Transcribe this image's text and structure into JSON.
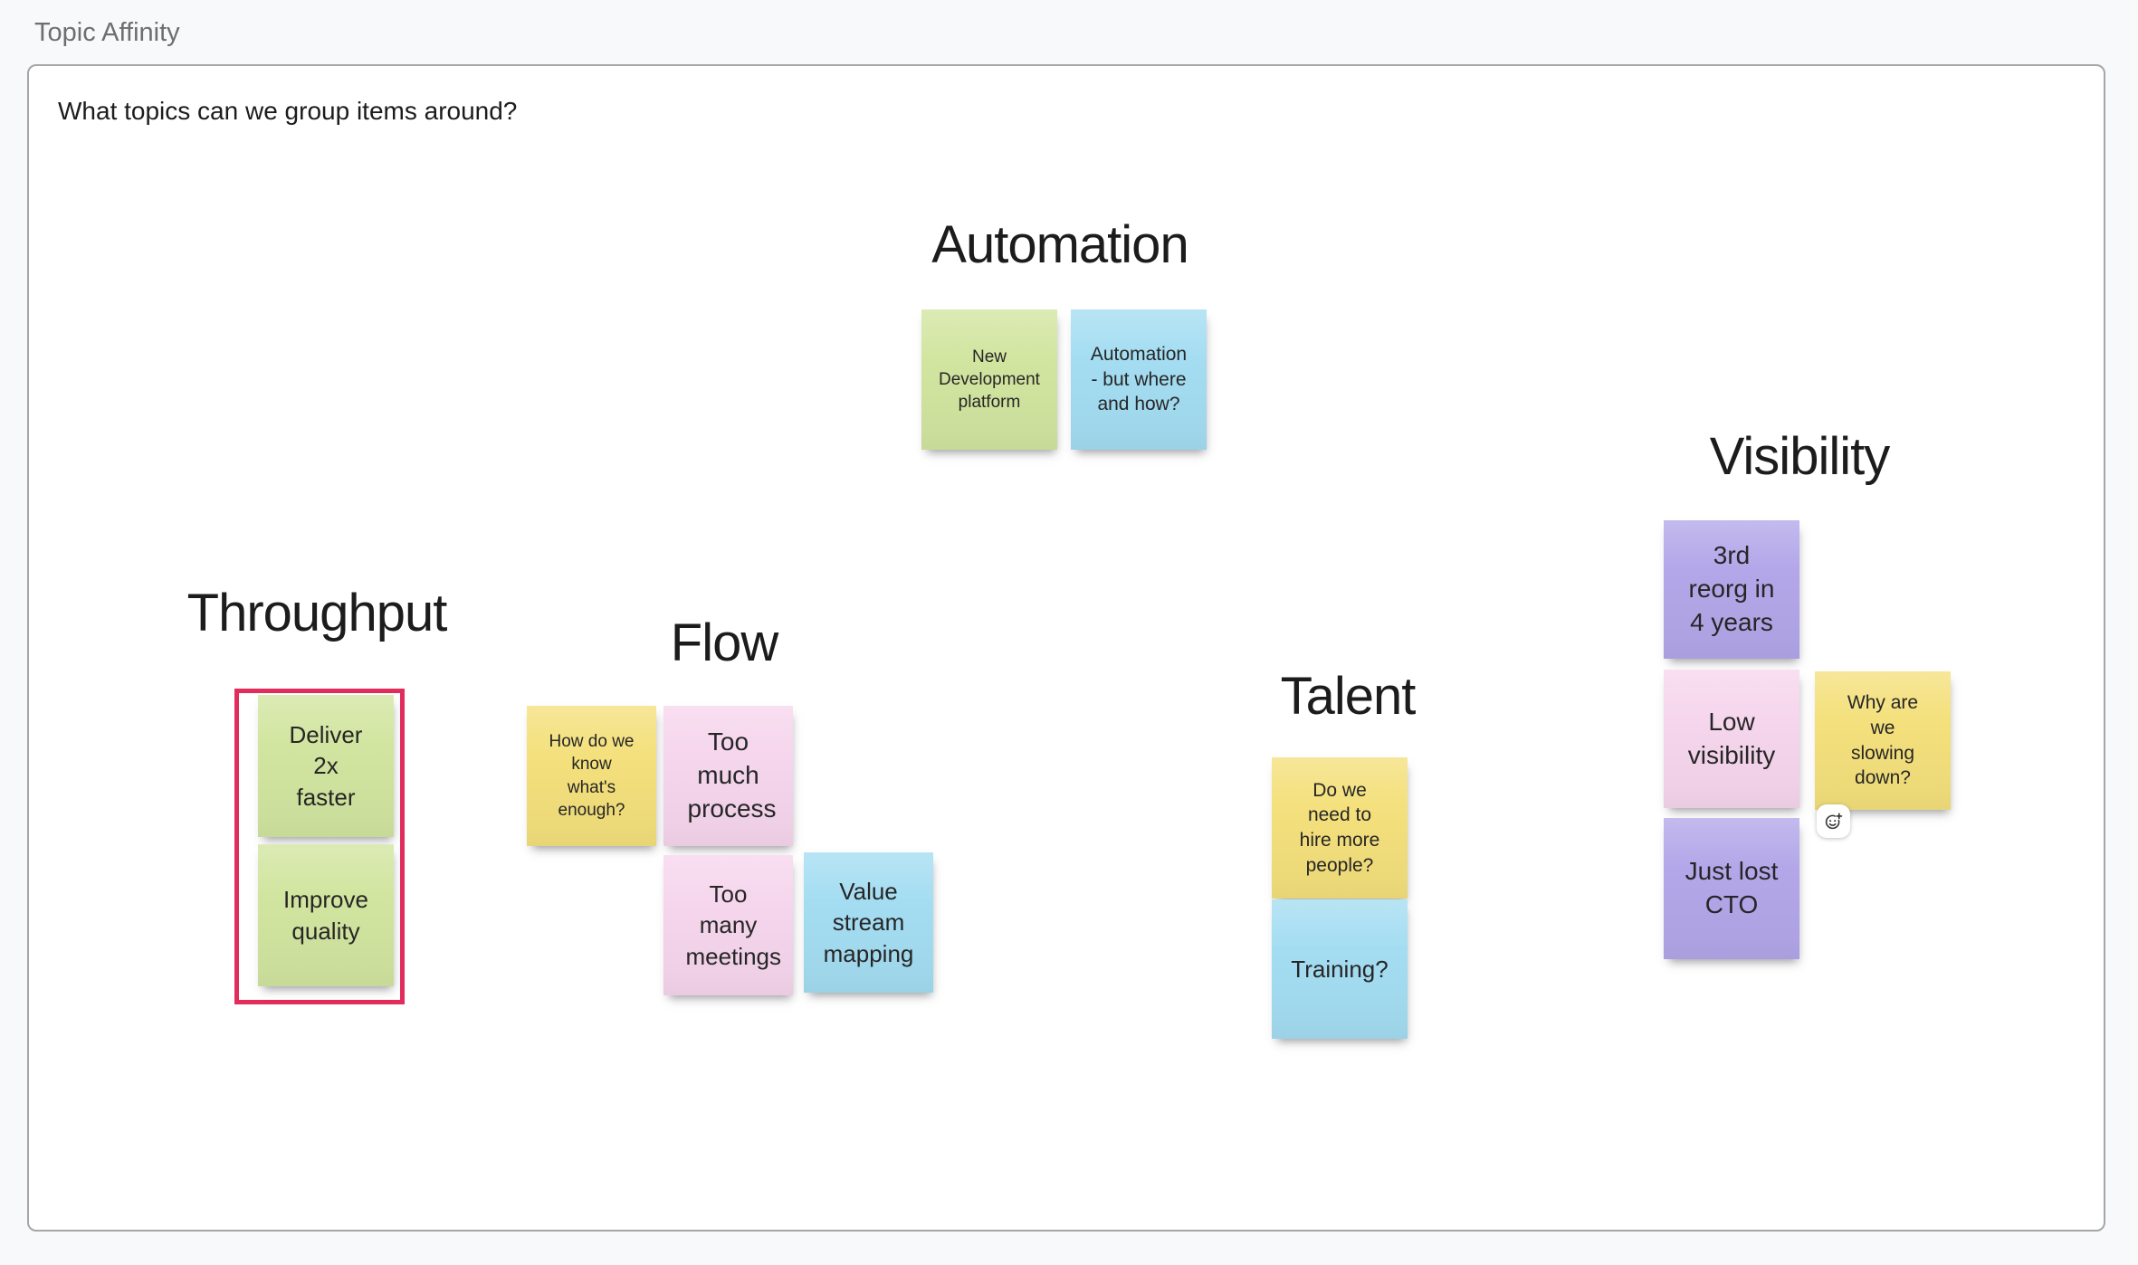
{
  "board": {
    "title": "Topic Affinity",
    "prompt": "What topics can we group items around?"
  },
  "colors": {
    "page_bg": "#f8f9fa",
    "panel_bg": "#ffffff",
    "panel_border": "#a6a6a6",
    "title_text": "#6e6e6e",
    "text_primary": "#1c1c1c",
    "note_text": "#262626",
    "note_green": "#d2e5a0",
    "note_blue": "#a4ddf2",
    "note_purple": "#b3a7e9",
    "note_pink": "#f6d6ed",
    "note_yellow": "#f4e07c",
    "selection": "#e22d5c"
  },
  "icons": {
    "add_reaction": "smiley-plus-icon"
  },
  "groups": {
    "automation": {
      "label": "Automation"
    },
    "visibility": {
      "label": "Visibility"
    },
    "throughput": {
      "label": "Throughput"
    },
    "flow": {
      "label": "Flow"
    },
    "talent": {
      "label": "Talent"
    }
  },
  "notes": {
    "new_dev_platform": {
      "text": "New Development platform",
      "color": "green",
      "group": "Automation"
    },
    "automation_where_how": {
      "text": "Automation - but where and how?",
      "color": "blue",
      "group": "Automation"
    },
    "third_reorg": {
      "text": "3rd reorg in 4 years",
      "color": "purple",
      "group": "Visibility"
    },
    "low_visibility": {
      "text": "Low visibility",
      "color": "pink",
      "group": "Visibility"
    },
    "why_slowing": {
      "text": "Why are we slowing down?",
      "color": "yellow",
      "group": "Visibility"
    },
    "just_lost_cto": {
      "text": "Just lost CTO",
      "color": "purple",
      "group": "Visibility"
    },
    "deliver_2x": {
      "text": "Deliver 2x faster",
      "color": "green",
      "group": "Throughput"
    },
    "improve_quality": {
      "text": "Improve quality",
      "color": "green",
      "group": "Throughput"
    },
    "how_know_enough": {
      "text": "How do we know what's enough?",
      "color": "yellow",
      "group": "Flow"
    },
    "too_much_process": {
      "text": "Too much process",
      "color": "pink",
      "group": "Flow"
    },
    "too_many_meetings": {
      "text": "Too many meetings",
      "color": "pink",
      "group": "Flow"
    },
    "value_stream": {
      "text": "Value stream mapping",
      "color": "blue",
      "group": "Flow"
    },
    "hire_more": {
      "text": "Do we need to hire more people?",
      "color": "yellow",
      "group": "Talent"
    },
    "training": {
      "text": "Training?",
      "color": "blue",
      "group": "Talent"
    }
  },
  "selection": {
    "around_group": "Throughput"
  }
}
